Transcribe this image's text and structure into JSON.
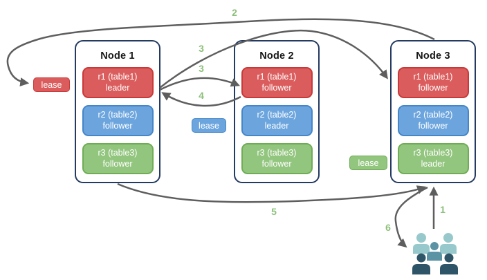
{
  "nodes": [
    {
      "title": "Node 1",
      "ranges": [
        {
          "range": "r1 (table1)",
          "role": "leader",
          "color": "red"
        },
        {
          "range": "r2 (table2)",
          "role": "follower",
          "color": "blue"
        },
        {
          "range": "r3 (table3)",
          "role": "follower",
          "color": "green"
        }
      ]
    },
    {
      "title": "Node 2",
      "ranges": [
        {
          "range": "r1 (table1)",
          "role": "follower",
          "color": "red"
        },
        {
          "range": "r2 (table2)",
          "role": "leader",
          "color": "blue"
        },
        {
          "range": "r3 (table3)",
          "role": "follower",
          "color": "green"
        }
      ]
    },
    {
      "title": "Node 3",
      "ranges": [
        {
          "range": "r1 (table1)",
          "role": "follower",
          "color": "red"
        },
        {
          "range": "r2 (table2)",
          "role": "follower",
          "color": "blue"
        },
        {
          "range": "r3 (table3)",
          "role": "leader",
          "color": "green"
        }
      ]
    }
  ],
  "leases": [
    {
      "label": "lease",
      "color": "red"
    },
    {
      "label": "lease",
      "color": "blue"
    },
    {
      "label": "lease",
      "color": "green"
    }
  ],
  "step_labels": {
    "step1": "1",
    "step2": "2",
    "step3a": "3",
    "step3b": "3",
    "step4": "4",
    "step5": "5",
    "step6": "6"
  },
  "icons": {
    "clients": "users-group-icon"
  },
  "colors": {
    "range_red_fill": "#DB5C5C",
    "range_red_stroke": "#C93939",
    "range_blue_fill": "#6CA5DE",
    "range_blue_stroke": "#4486C9",
    "range_green_fill": "#92C57E",
    "range_green_stroke": "#6FAD55",
    "node_border": "#233A61",
    "arrow": "#5E5E5E",
    "step_label": "#8DC07B",
    "users_light": "#97C9CC",
    "users_medium": "#5B93A5",
    "users_dark": "#2E5468"
  }
}
